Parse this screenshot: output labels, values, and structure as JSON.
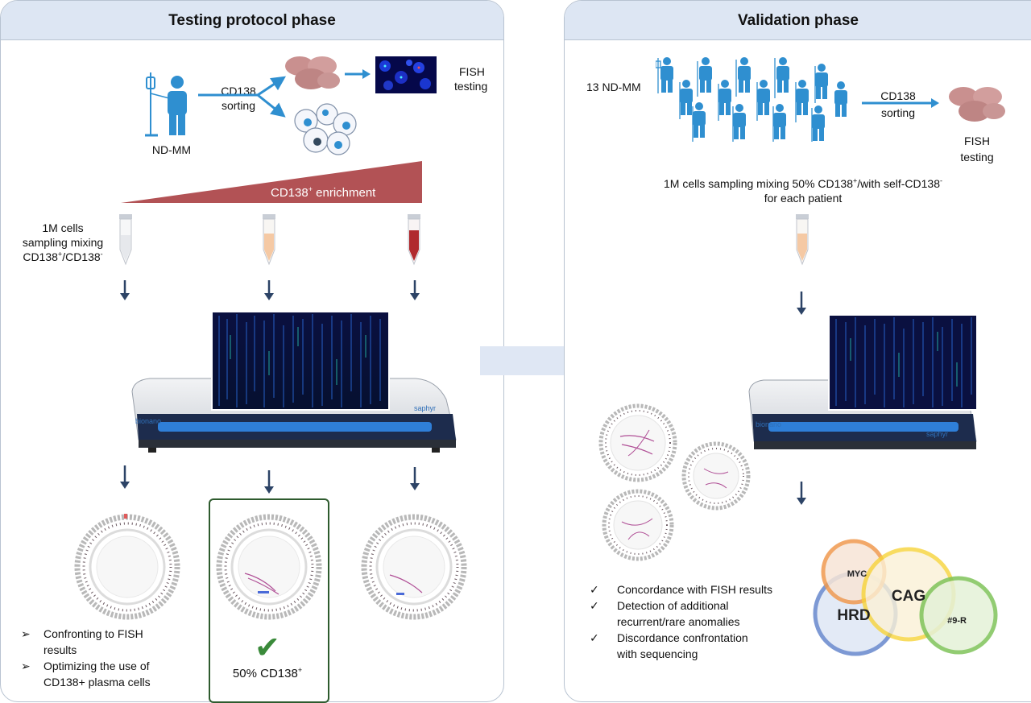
{
  "left_panel": {
    "title": "Testing protocol phase",
    "patient_label": "ND-MM",
    "sorting_line1": "CD138",
    "sorting_line2": "sorting",
    "fish_line1": "FISH",
    "fish_line2": "testing",
    "enrichment_text": "CD138",
    "enrichment_sup": "+",
    "enrichment_suffix": " enrichment",
    "mixing_line1": "1M cells",
    "mixing_line2": "sampling mixing",
    "mixing_line3a": "CD138",
    "mixing_sup1": "+",
    "mixing_line3b": "/CD138",
    "mixing_sup2": "-",
    "bullets": [
      {
        "marker": "➢",
        "line1": "Confronting to FISH",
        "line2": "results"
      },
      {
        "marker": "➢",
        "line1": "Optimizing the use of",
        "line2": "CD138+ plasma cells"
      }
    ],
    "result_text": "50% CD138",
    "result_sup": "+"
  },
  "right_panel": {
    "title": "Validation phase",
    "cohort_label": "13 ND-MM",
    "sorting_line1": "CD138",
    "sorting_line2": "sorting",
    "fish_line1": "FISH",
    "fish_line2": "testing",
    "mixing_line1a": "1M cells sampling mixing 50% CD138",
    "mixing_sup1": "+",
    "mixing_line1b": "/with self-CD138",
    "mixing_sup2": "-",
    "mixing_line2": "for each patient",
    "bullets": [
      {
        "marker": "✓",
        "line1": "Concordance with FISH results",
        "line2": ""
      },
      {
        "marker": "✓",
        "line1": "Detection of additional",
        "line2": "recurrent/rare anomalies"
      },
      {
        "marker": "✓",
        "line1": "Discordance confrontation",
        "line2": "with sequencing"
      }
    ],
    "venn": {
      "a": "MYC",
      "b": "CAG",
      "c": "HRD",
      "d": "#9-R"
    }
  },
  "instrument": {
    "brand": "bionano",
    "model": "saphyr"
  },
  "colors": {
    "panel_border": "#b8c3d1",
    "panel_header": "#dde6f3",
    "patient_blue": "#2f8fd0",
    "arrow_blue": "#2f8fd0",
    "enrichment": "#b25255",
    "down_arrow": "#2c4366",
    "check_green": "#3a8a3a"
  }
}
